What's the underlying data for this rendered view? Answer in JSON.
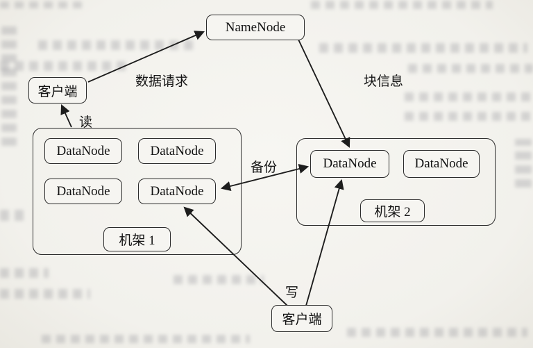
{
  "diagram": {
    "namenode_label": "NameNode",
    "client_top_label": "客户端",
    "client_bottom_label": "客户端",
    "rack1": {
      "label": "机架 1",
      "datanodes": [
        "DataNode",
        "DataNode",
        "DataNode",
        "DataNode"
      ]
    },
    "rack2": {
      "label": "机架 2",
      "datanodes": [
        "DataNode",
        "DataNode"
      ]
    },
    "edge_labels": {
      "data_request": "数据请求",
      "block_info": "块信息",
      "read": "读",
      "backup": "备份",
      "write": "写"
    },
    "colors": {
      "line": "#1d1d1d",
      "box_border": "#2b2b2b",
      "paper": "#f4f3ee"
    }
  }
}
